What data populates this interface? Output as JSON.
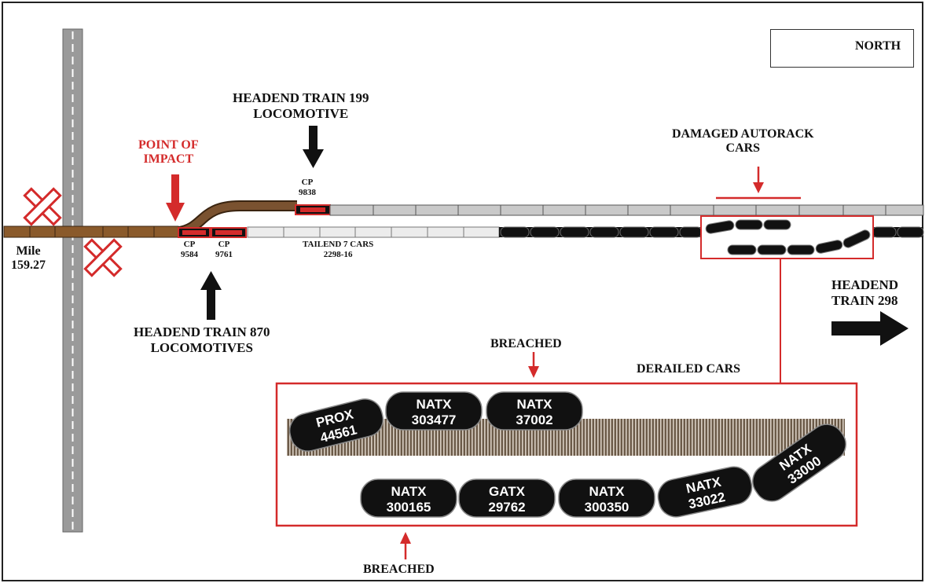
{
  "compass": {
    "label": "NORTH",
    "icon": "arrow-left-icon"
  },
  "mile_marker": {
    "line1": "Mile",
    "line2": "159.27"
  },
  "point_of_impact": {
    "line1": "POINT OF",
    "line2": "IMPACT",
    "color": "#d42b2b"
  },
  "train_199": {
    "line1": "HEADEND TRAIN 199",
    "line2": "LOCOMOTIVE",
    "loco_line1": "CP",
    "loco_line2": "9838"
  },
  "train_870": {
    "line1": "HEADEND TRAIN 870",
    "line2": "LOCOMOTIVES",
    "loco_a_line1": "CP",
    "loco_a_line2": "9584",
    "loco_b_line1": "CP",
    "loco_b_line2": "9761"
  },
  "tailend": {
    "line1": "TAILEND 7 CARS",
    "line2": "2298-16"
  },
  "damaged_autorack": {
    "line1": "DAMAGED AUTORACK",
    "line2": "CARS"
  },
  "train_298": {
    "line1": "HEADEND",
    "line2": "TRAIN 298"
  },
  "derailed_title": "DERAILED CARS",
  "breached_top": "BREACHED",
  "breached_bottom": "BREACHED",
  "derailed_cars": [
    {
      "owner": "PROX",
      "number": "44561"
    },
    {
      "owner": "NATX",
      "number": "303477"
    },
    {
      "owner": "NATX",
      "number": "37002"
    },
    {
      "owner": "NATX",
      "number": "300165"
    },
    {
      "owner": "GATX",
      "number": "29762"
    },
    {
      "owner": "NATX",
      "number": "300350"
    },
    {
      "owner": "NATX",
      "number": "33022"
    },
    {
      "owner": "NATX",
      "number": "33000"
    }
  ],
  "colors": {
    "accent_red": "#d42b2b",
    "track_brown": "#8a5a2b",
    "road_grey": "#9a9a9a",
    "car_black": "#111111"
  }
}
